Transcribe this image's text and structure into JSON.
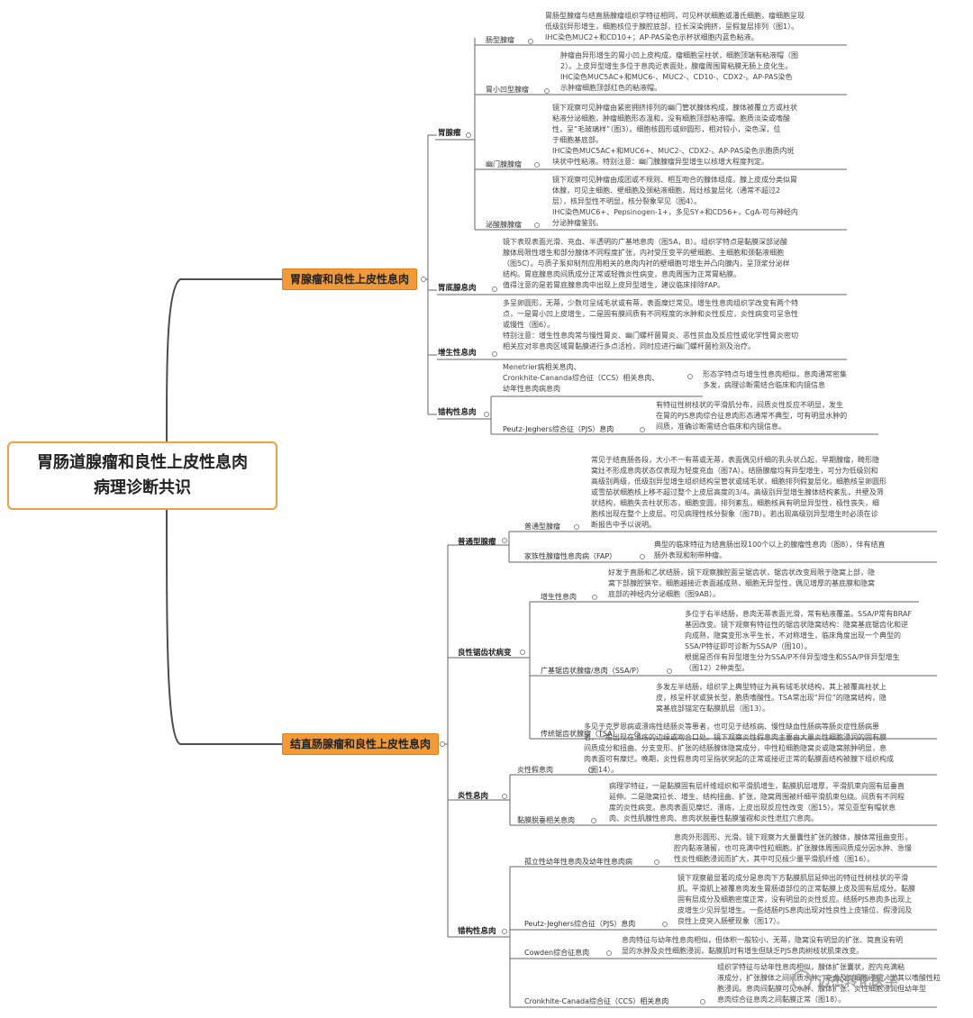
{
  "root": {
    "title_line1": "胃肠道腺瘤和良性上皮性息肉",
    "title_line2": "病理诊断共识"
  },
  "stomach": {
    "title": "胃腺瘤和良性上皮性息肉",
    "adenoma": {
      "label": "胃腺瘤",
      "intestinal": {
        "label": "肠型腺瘤",
        "text": [
          "胃肠型腺瘤与结直肠腺瘤组织学特征相同，可见杯状细胞或潘氏细胞，瘤细胞呈现",
          "低级别异形增生，细胞核位于腺腔底部，拉长深染拥挤，呈假复层排列（图1）。",
          "IHC染色MUC2+和CD10+；AP-PAS染色示杯状细胞内蓝色粘液。"
        ]
      },
      "foveolar": {
        "label": "胃小凹型腺瘤",
        "text": [
          "肿瘤由异形增生的胃小凹上皮构成，瘤细胞呈柱状，细胞顶端有粘液帽（图",
          "2）。上皮异型增生多位于息肉近表面处，腺瘤周围胃粘膜无肠上皮化生。",
          "IHC染色MUC5AC+和MUC6-、MUC2-、CD10-、CDX2-。AP-PAS染色",
          "示肿瘤细胞顶部红色的粘液帽。"
        ]
      },
      "pyloric": {
        "label": "幽门腺腺瘤",
        "text": [
          "镜下观察可见肿瘤由紧密拥挤排列的幽门管状腺体构成，腺体被覆立方或柱状",
          "粘液分泌细胞，肿瘤细胞形态温和，没有细胞顶部粘液帽。胞质淡染或嗜酸",
          "性，呈“毛玻璃样”（图3）。细胞核圆形或卵圆形，相对较小，染色深，位",
          "于细胞基底部。",
          "IHC染色MUC5AC+和MUC6+、MUC2-、CDX2-。AP-PAS染色示胞质内斑",
          "块状中性粘液。特别注意：幽门腺腺瘤异型增生以核增大程度判定。"
        ]
      },
      "oxyntic": {
        "label": "泌酸腺腺瘤",
        "text": [
          "镜下观察可见肿瘤由成团或不规则、相互吻合的腺体组成，腺上皮成分类似胃",
          "体腺，可见主细胞、壁细胞及颈粘液细胞，局灶核复层化（通常不超过2",
          "层），核异型性不明显，核分裂象罕见（图4）。",
          "IHC染色MUC6+、Pepsinogen-1+，多见SY+和CD56+，CgA-可与神经内",
          "分泌肿瘤鉴别。"
        ]
      }
    },
    "fundic": {
      "label": "胃底腺息肉",
      "text": [
        "镜下表现表面光滑、充血、半透明的广基地息肉（图5A，B）。组织学特点是黏膜深部泌酸",
        "腺体局限性增生和部分腺体不同程度扩张，内衬受压变平的壁细胞、主细胞和颈黏液细胞",
        "（图5C）。与质子泵抑制剂应用相关的息肉内衬的壁细胞可增生并凸向腺内，呈顶浆分泌样",
        "结构。胃底腺息肉间质成分正常或轻微炎性病变，息肉周围为正常胃粘膜。",
        "值得注意的是若胃底腺息肉中出现上皮异型增生，建议临床排除FAP。"
      ]
    },
    "hyperplastic": {
      "label": "增生性息肉",
      "text": [
        "多呈卵圆形，无蒂，少数可呈绒毛状或有蒂，表面糜烂常见。增生性息肉组织学改变有两个特",
        "点，一是胃小凹上皮增生，二是固有膜间质有不同程度的水肿和炎性反应，炎性病变可呈急性",
        "或慢性（图6）。",
        "特别注意：增生性息肉常与慢性胃炎、幽门螺杆菌胃炎、恶性贫血及反应性或化学性胃炎密切",
        "相关应对非息肉区域胃黏膜进行多点活检，同时应进行幽门螺杆菌检测及治疗。"
      ]
    },
    "hamartoma": {
      "label": "错构性息肉",
      "m1": "Menetrier病相关息肉、",
      "m2": "Cronkhite-Cananda综合征（CCS）相关息肉、",
      "m3": "幼年性息肉病息肉",
      "m_text": [
        "形态学特点与增生性息肉相似，息肉通常密集",
        "多发，病理诊断需结合临床和内镜信息"
      ],
      "pjs": {
        "label": "Peutz-Jeghers综合征（PJS）息肉",
        "text": [
          "有特征性树枝状的平滑肌分布，间质炎性反应不明显，发生",
          "在胃的PJS息肉综合征息肉形态通常不典型，可有明显水肿的",
          "间质，准确诊断需结合临床和内镜信息。"
        ]
      }
    }
  },
  "colon": {
    "title": "结直肠腺瘤和良性上皮性息肉",
    "common": {
      "label": "普通型腺瘤",
      "ordinary": {
        "label": "普通型腺瘤",
        "text": [
          "常见于结直肠各段，大小不一有蒂或无蒂，表面偶见纤细的乳头状凸起，早期腺瘤，畸形隐",
          "窝灶不形成息肉状态仅表现为轻度充血（图7A）。结肠腺瘤均有异型增生，可分为低级别和",
          "高级别两级，低级别异型增生组织结构呈管状或绒毛状，细胞排列假复层化，细胞核呈卵圆形",
          "或雪茄状细胞核上移不超过整个上皮层高度的3/4。高级别异型增生腺体结构紊乱，共壁及筛",
          "状结构，细胞失去柱状形态，细胞变圆，排列紊乱，细胞核具有明显异型性，极性丧失，细",
          "胞核出现在整个上皮层。可见病理性核分裂象（图7B）。若出现高级别异型增生时必须在诊",
          "断报告中予以说明。"
        ]
      },
      "fap": {
        "label": "家族性腺瘤性息肉病（FAP）",
        "text": [
          "典型的临床特征为结直肠出现100个以上的腺瘤性息肉（图8），伴有结直",
          "肠外表现和制带种瘤。"
        ]
      }
    },
    "serrated": {
      "label": "良性锯齿状病变",
      "hp": {
        "label": "增生性息肉",
        "text": [
          "好发于直肠和乙状结肠，镜下观察腺腔面呈锯齿状，锯齿状改变局限于隐窝上部，隐",
          "窝下部腺腔狭窄。细胞越接近表面越成熟，细胞无异型性，偶见增厚的基底膜和隐窝",
          "底部的神经内分泌细胞（图9AB）。"
        ]
      },
      "ssa": {
        "label": "广基锯齿状腺瘤/息肉（SSA/P）",
        "text": [
          "多位于右半结肠，息肉无蒂表面光滑，常有粘液覆盖。SSA/P常有BRAF",
          "基因改变。镜下观察有特征性的锯齿状隐窝结构：隐窝基底锯齿化和逆",
          "向成熟，隐窝变形水平生长，不对称增生，临床角度出现一个典型的",
          "SSA/P特征即可诊断为SSA/P（图10）。",
          "根据是否伴有异型增生分为SSA/P不伴异型增生和SSA/P伴异型增生",
          "（图12）2种类型。"
        ]
      },
      "tsa": {
        "label": "传统锯齿状腺瘤（TSA）",
        "text": [
          "多发左半结肠，组织学上典型特征为具有绒毛状结构，其上被覆高柱状上",
          "皮，核呈杆状或狭长型，胞质嗜酸性。TSA常出现“异位”的隐窝结构，隐",
          "窝基底部锚定在黏膜肌层（图13）。"
        ]
      }
    },
    "inflammatory": {
      "label": "炎性息肉",
      "pseudo": {
        "label": "炎性假息肉",
        "text": [
          "多见于克罗恩病或溃疡性结肠炎等患者，也可见于结核病、慢性缺血性肠病等肠炎症性肠病患",
          "者，一般出现在溃疡的边缘或吻合口处。镜下观察炎性假息肉主要由大量炎性细胞浸润的固有膜",
          "间质成分和扭曲、分支变形、扩张的结肠腺体隐窝成分，中性粒细胞隐窝炎或隐窝脓肿明显，息",
          "肉表面可有糜烂。晚期，炎性假息肉可呈指状突起的正常或接近正常的黏膜面结构被腺下组织构成",
          "（图14）。"
        ]
      },
      "prolapse": {
        "label": "黏膜脱垂相关息肉",
        "text": [
          "病理学特征，一是黏膜固有层纤维组织和平滑肌增生，黏膜肌层增厚，平滑肌束向固有层垂直",
          "延伸。二是隐窝拉长、增生、结构扭曲、扩张，隐窝周围被纤细平滑肌束包绕。间质有不同程",
          "度的炎性病变。息肉表面见糜烂、溃疡，上皮出现反应性改变（图15）。常见亚型有帽状息",
          "肉、炎性肌腺性息肉、息肉状脱垂性黏膜皱褶和炎性泄肛穴息肉。"
        ]
      }
    },
    "hamartoma": {
      "label": "错构性息肉",
      "juvenile": {
        "label": "孤立性幼年性息肉及幼年性息肉病",
        "text": [
          "息肉外形圆形、光滑。镜下观察为大量囊性扩张的腺体，腺体常扭曲变形，",
          "腔内黏液潴留，也可充满中性粒细胞。扩张腺体周围间质成分因水肿、急慢",
          "性炎性细胞浸润而扩大，其中可见极少量平滑肌纤维（图16）。"
        ]
      },
      "pjs": {
        "label": "Peutz-Jeghers综合征（PJS）息肉",
        "text": [
          "镜下观察最显著的成分是息肉下方黏膜肌层延伸出的特征性树枝状的平滑",
          "肌。平滑肌上被覆息肉发生胃肠道部位的正常黏膜上皮及固有层成分。黏膜",
          "固有层成分及细胞密度正常，没有明显的炎性反应。结肠PJS息肉多出现上",
          "皮增生少见异型增生。一些结肠PJS息肉出现对性良性上皮错位、假浸润及",
          "良性上皮突入肠壁现象（图17）。"
        ]
      },
      "cowden": {
        "label": "Cowden综合征息肉",
        "text": [
          "息肉特征与幼年性息肉相似，但体积一般较小、无蒂，隐窝没有明显的扩张、简直没有明",
          "显的水肿及炎性细胞浸润，黏膜肌时有增生但缺乏PJS息肉树枝状肌束改变。"
        ]
      },
      "ccs": {
        "label": "Cronkhite-Canada综合征（CCS）相关息肉",
        "text": [
          "组织学特征与幼年性息肉相似，腺体扩张囊状，腔内充满粘",
          "液成分，扩张腺体之间间质水肿、充血及炎细胞浸润，尤其以嗜酸性粒",
          "胞浸润。息肉间黏膜可见水肿、腺体扩张、炎性细胞浸润但幼年型",
          "息肉综合征息肉之间黏膜正常（图18）。"
        ]
      }
    }
  },
  "watermark": "迈杰转化医学"
}
